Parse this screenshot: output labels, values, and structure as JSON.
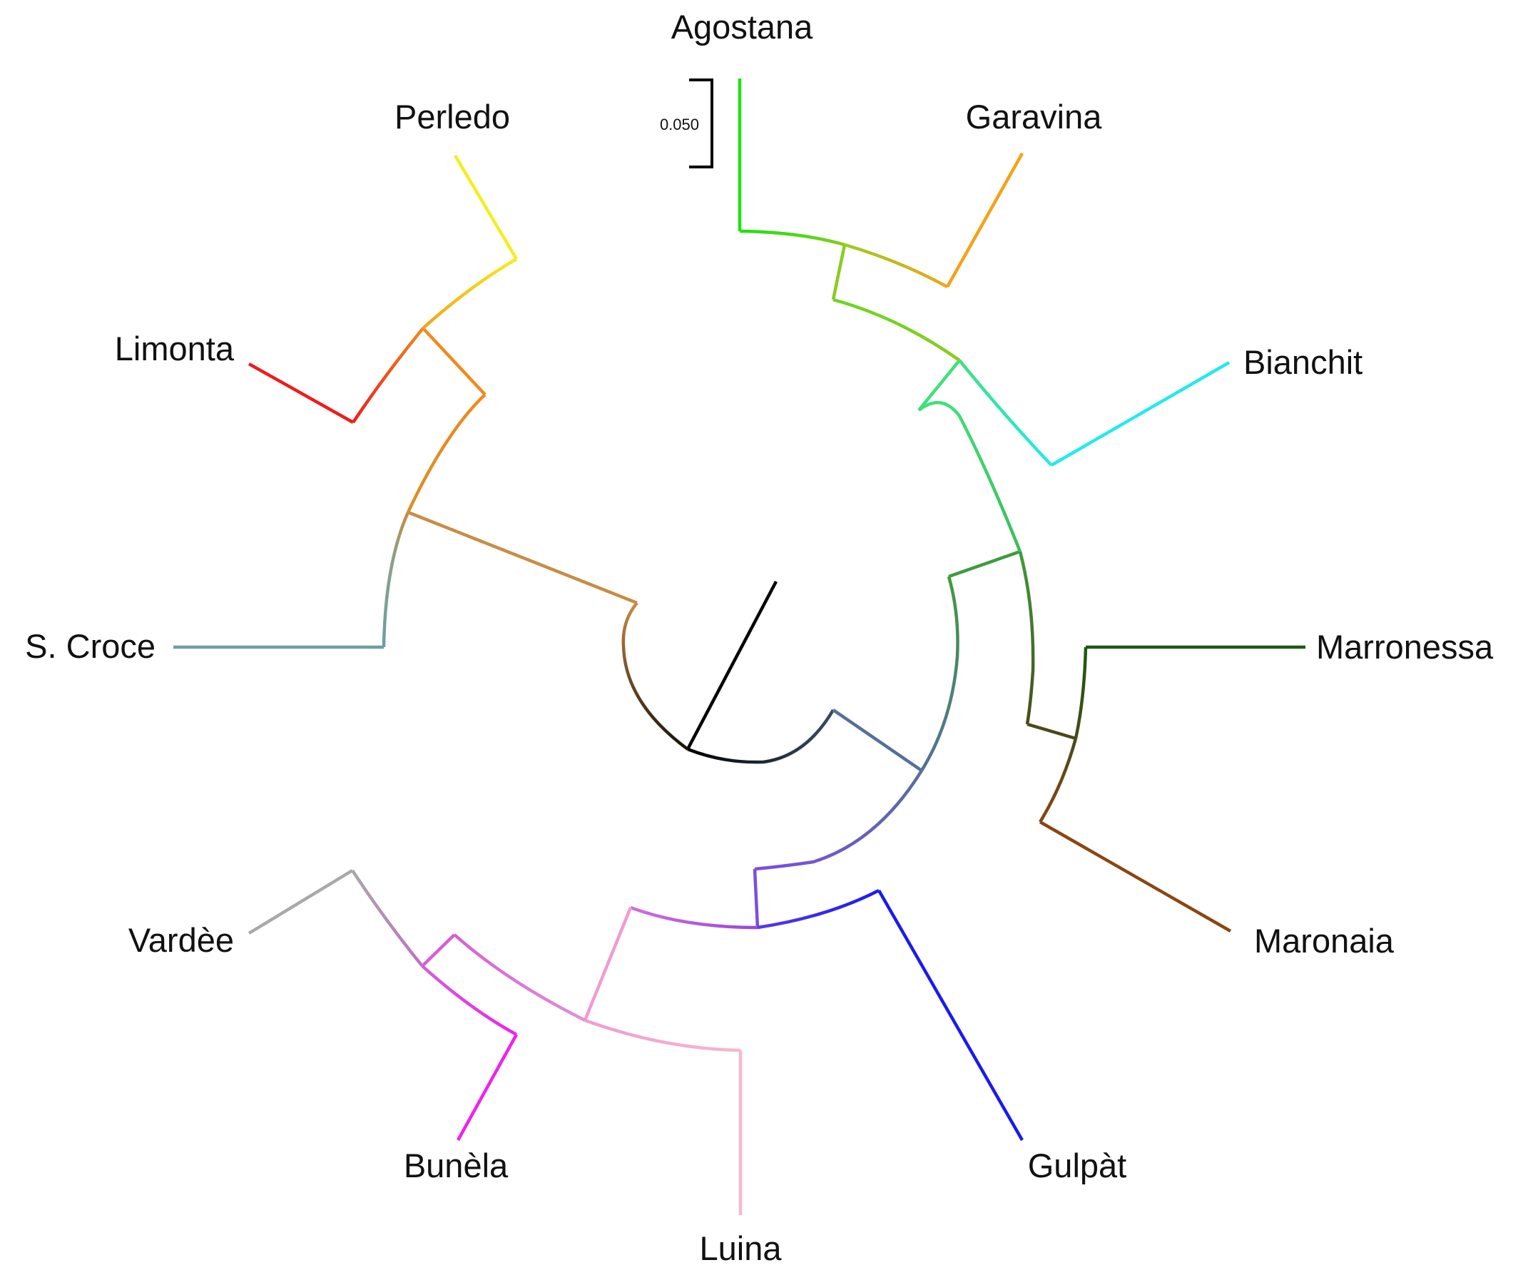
{
  "figure": {
    "scale_bar": {
      "label": "0.050"
    },
    "leaves": [
      {
        "id": "agostana",
        "label": "Agostana",
        "color": "#22e011"
      },
      {
        "id": "garavina",
        "label": "Garavina",
        "color": "#f4a219"
      },
      {
        "id": "bianchit",
        "label": "Bianchit",
        "color": "#22eaee"
      },
      {
        "id": "marronessa",
        "label": "Marronessa",
        "color": "#1c5a10"
      },
      {
        "id": "maronaia",
        "label": "Maronaia",
        "color": "#8b4612"
      },
      {
        "id": "gulpat",
        "label": "Gulpàt",
        "color": "#1a1aee"
      },
      {
        "id": "luina",
        "label": "Luina",
        "color": "#f6b8cf"
      },
      {
        "id": "bunela",
        "label": "Bunèla",
        "color": "#ee22ee"
      },
      {
        "id": "vardee",
        "label": "Vardèe",
        "color": "#a9a9a9"
      },
      {
        "id": "scroce",
        "label": "S. Croce",
        "color": "#6c9fa4"
      },
      {
        "id": "limonta",
        "label": "Limonta",
        "color": "#ee1c1c"
      },
      {
        "id": "perledo",
        "label": "Perledo",
        "color": "#f4ee1c"
      }
    ],
    "internal_colors": {
      "root": "#000000",
      "lime_clade": "#8acc1f",
      "green_clade": "#3ebc5c",
      "dark_green_clade": "#3f9b3d",
      "brown_green_clade": "#4a4a18",
      "slate_clade": "#566f9a",
      "violet_clade": "#7a4fe0",
      "purple_clade": "#c05ad8",
      "pink_clade": "#f09cd0",
      "orchid_clade": "#d85cd8",
      "orange_clade": "#f08a1c",
      "ochre_clade": "#c98c45",
      "teal_clade": "#6c9fa4"
    }
  }
}
